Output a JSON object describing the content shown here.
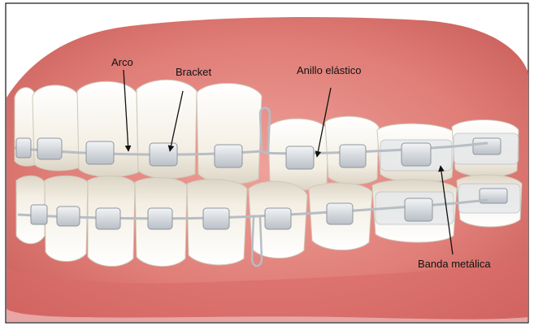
{
  "labels": {
    "arch": "Arco",
    "bracket": "Bracket",
    "elastic_ring": "Anillo elástico",
    "metal_band": "Banda metálica"
  },
  "colors": {
    "gum": "#e6837d",
    "gum_dark": "#c85a57",
    "tooth": "#f7f3ea",
    "tooth_shadow": "#d8d2c4",
    "bracket": "#dcdfe3",
    "wire": "#c7ccd2",
    "frame": "#111111"
  },
  "icons": {
    "upper_teeth": "upper-teeth-illustration",
    "lower_teeth": "lower-teeth-illustration",
    "brackets": "bracket-icon",
    "wire": "arch-wire",
    "bands": "molar-band-icon"
  }
}
